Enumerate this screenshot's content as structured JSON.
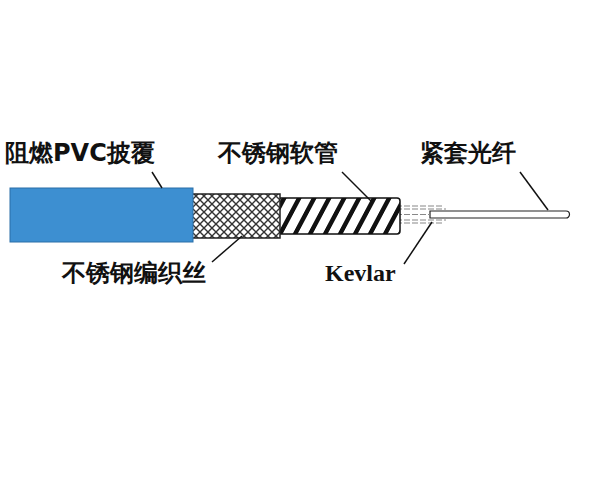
{
  "diagram": {
    "labels": [
      "阻燃PVC披覆",
      "不锈钢软管",
      "紧套光纤",
      "不锈钢编织丝",
      "Kevlar"
    ]
  }
}
